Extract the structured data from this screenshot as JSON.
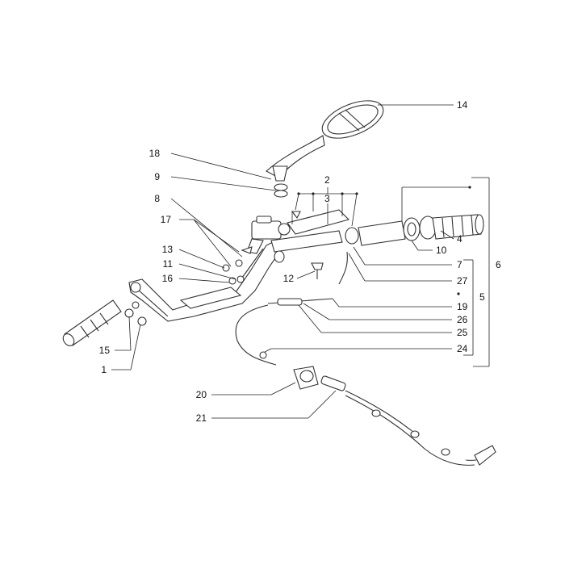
{
  "callouts": [
    {
      "id": "1",
      "text": "1"
    },
    {
      "id": "2",
      "text": "2"
    },
    {
      "id": "3",
      "text": "3"
    },
    {
      "id": "4",
      "text": "4"
    },
    {
      "id": "5",
      "text": "5"
    },
    {
      "id": "6",
      "text": "6"
    },
    {
      "id": "7",
      "text": "7"
    },
    {
      "id": "8",
      "text": "8"
    },
    {
      "id": "9",
      "text": "9"
    },
    {
      "id": "10",
      "text": "10"
    },
    {
      "id": "11",
      "text": "11"
    },
    {
      "id": "12",
      "text": "12"
    },
    {
      "id": "13",
      "text": "13"
    },
    {
      "id": "14",
      "text": "14"
    },
    {
      "id": "15",
      "text": "15"
    },
    {
      "id": "16",
      "text": "16"
    },
    {
      "id": "17",
      "text": "17"
    },
    {
      "id": "18",
      "text": "18"
    },
    {
      "id": "19",
      "text": "19"
    },
    {
      "id": "20",
      "text": "20"
    },
    {
      "id": "21",
      "text": "21"
    },
    {
      "id": "24",
      "text": "24"
    },
    {
      "id": "25",
      "text": "25"
    },
    {
      "id": "26",
      "text": "26"
    },
    {
      "id": "27",
      "text": "27"
    }
  ]
}
